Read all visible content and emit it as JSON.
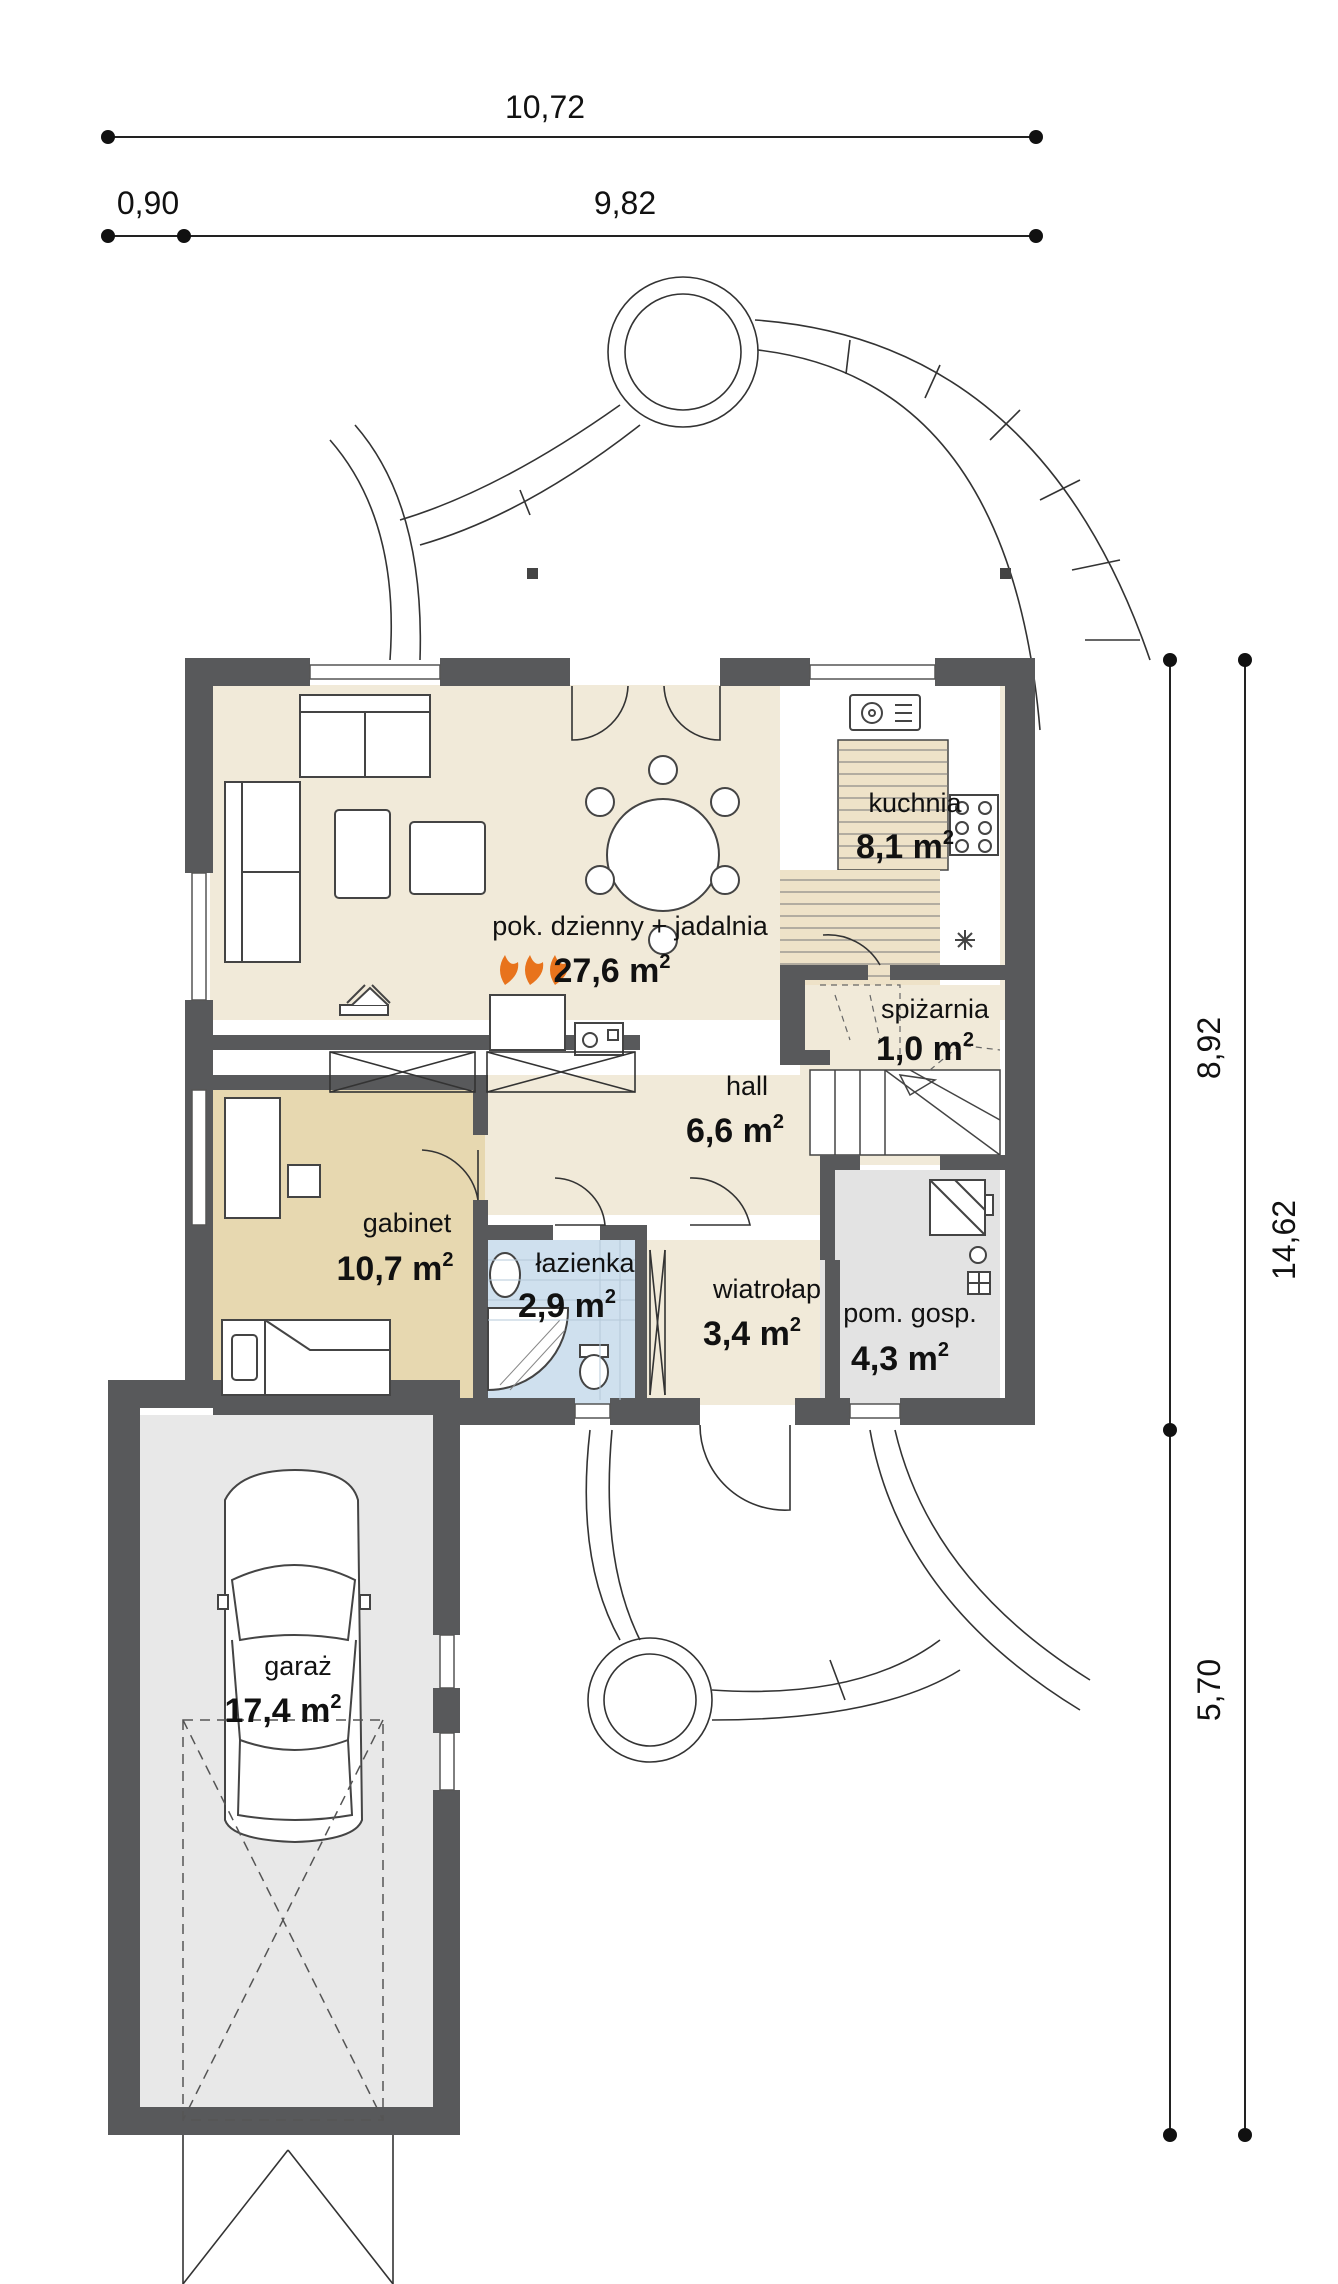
{
  "dimensions": {
    "top_total": "10,72",
    "top_left": "0,90",
    "top_right": "9,82",
    "right_upper": "8,92",
    "right_lower": "5,70",
    "right_total": "14,62"
  },
  "rooms": [
    {
      "id": "living",
      "name": "pok. dzienny + jadalnia",
      "area": "27,6 m",
      "sup": "2"
    },
    {
      "id": "kitchen",
      "name": "kuchnia",
      "area": "8,1 m",
      "sup": "2"
    },
    {
      "id": "pantry",
      "name": "spiżarnia",
      "area": "1,0 m",
      "sup": "2"
    },
    {
      "id": "hall",
      "name": "hall",
      "area": "6,6 m",
      "sup": "2"
    },
    {
      "id": "study",
      "name": "gabinet",
      "area": "10,7 m",
      "sup": "2"
    },
    {
      "id": "bathroom",
      "name": "łazienka",
      "area": "2,9 m",
      "sup": "2"
    },
    {
      "id": "vestibule",
      "name": "wiatrołap",
      "area": "3,4 m",
      "sup": "2"
    },
    {
      "id": "utility",
      "name": "pom. gosp.",
      "area": "4,3 m",
      "sup": "2"
    },
    {
      "id": "garage",
      "name": "garaż",
      "area": "17,4 m",
      "sup": "2"
    }
  ],
  "colors": {
    "wall": "#58595b",
    "living_floor": "#f1ead9",
    "study_floor": "#e7d8b0",
    "bathroom_floor": "#cfe0ee",
    "utility_floor": "#e3e3e3",
    "garage_floor": "#e8e8e8",
    "stairs": "#eee2c8",
    "fire": "#e8731c"
  }
}
